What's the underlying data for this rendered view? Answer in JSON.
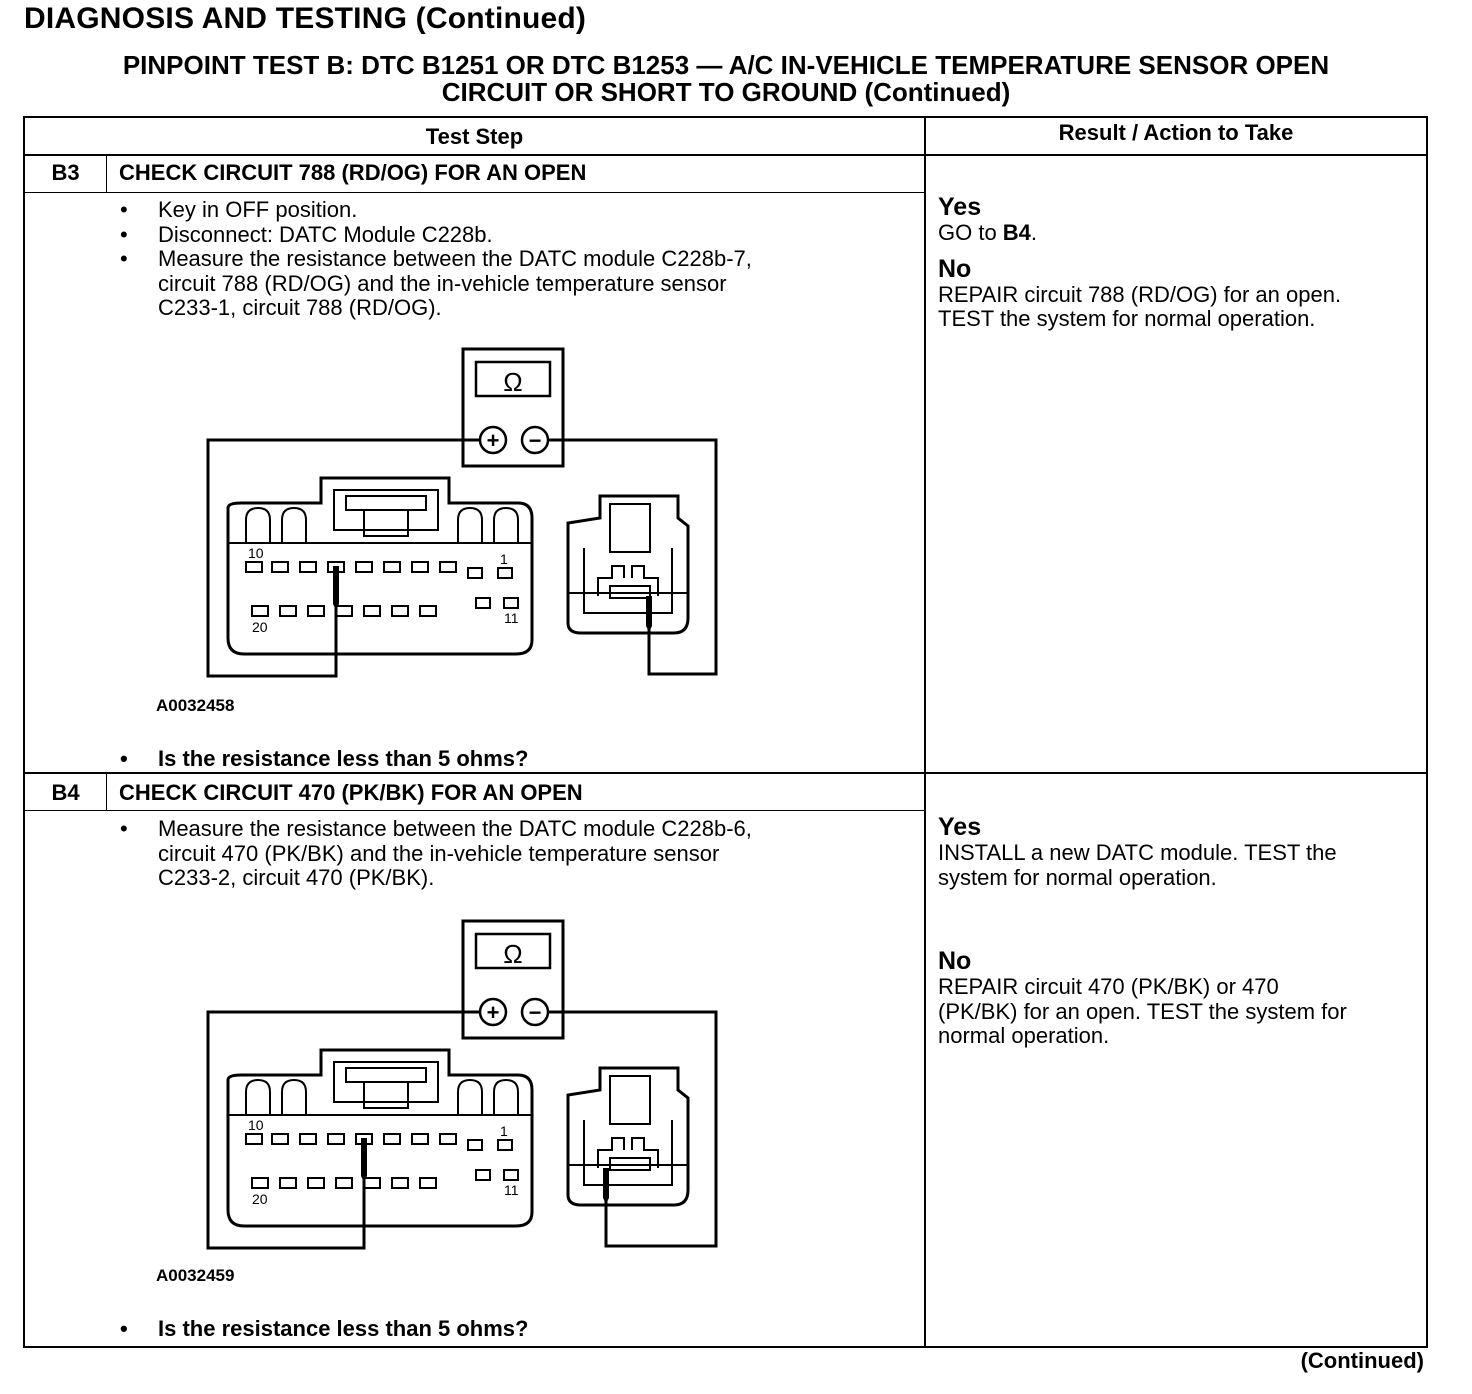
{
  "page_heading": "DIAGNOSIS AND TESTING (Continued)",
  "test_title_line1": "PINPOINT TEST B: DTC B1251 OR DTC B1253 — A/C IN-VEHICLE TEMPERATURE SENSOR OPEN",
  "test_title_line2": "CIRCUIT OR SHORT TO GROUND (Continued)",
  "table": {
    "col_test_step": "Test Step",
    "col_result": "Result / Action to Take"
  },
  "steps": [
    {
      "id": "B3",
      "title": "CHECK CIRCUIT 788 (RD/OG) FOR AN OPEN",
      "bullets": [
        "Key in OFF position.",
        "Disconnect: DATC Module C228b.",
        "Measure the resistance between the DATC module C228b-7,\ncircuit 788 (RD/OG) and the in-vehicle temperature sensor\nC233-1, circuit 788 (RD/OG)."
      ],
      "figure": {
        "id": "A0032458",
        "meter_symbol": "Ω",
        "plus": "+",
        "minus": "−",
        "pin_10": "10",
        "pin_1": "1",
        "pin_20": "20",
        "pin_11": "11"
      },
      "question": "Is the resistance less than 5 ohms?",
      "yes_label": "Yes",
      "yes_text_pre": "GO to ",
      "yes_ref": "B4",
      "yes_text_post": ".",
      "no_label": "No",
      "no_text": "REPAIR circuit 788 (RD/OG) for an open.\nTEST the system for normal operation."
    },
    {
      "id": "B4",
      "title": "CHECK CIRCUIT 470 (PK/BK) FOR AN OPEN",
      "bullets": [
        "Measure the resistance between the DATC module C228b-6,\ncircuit 470 (PK/BK) and the in-vehicle temperature sensor\nC233-2, circuit 470 (PK/BK)."
      ],
      "figure": {
        "id": "A0032459",
        "meter_symbol": "Ω",
        "plus": "+",
        "minus": "−",
        "pin_10": "10",
        "pin_1": "1",
        "pin_20": "20",
        "pin_11": "11"
      },
      "question": "Is the resistance less than 5 ohms?",
      "yes_label": "Yes",
      "yes_text": "INSTALL a new DATC module. TEST the\nsystem for normal operation.",
      "no_label": "No",
      "no_text": "REPAIR circuit 470 (PK/BK) or 470\n(PK/BK) for an open. TEST the system for\nnormal operation."
    }
  ],
  "continued": "(Continued)"
}
